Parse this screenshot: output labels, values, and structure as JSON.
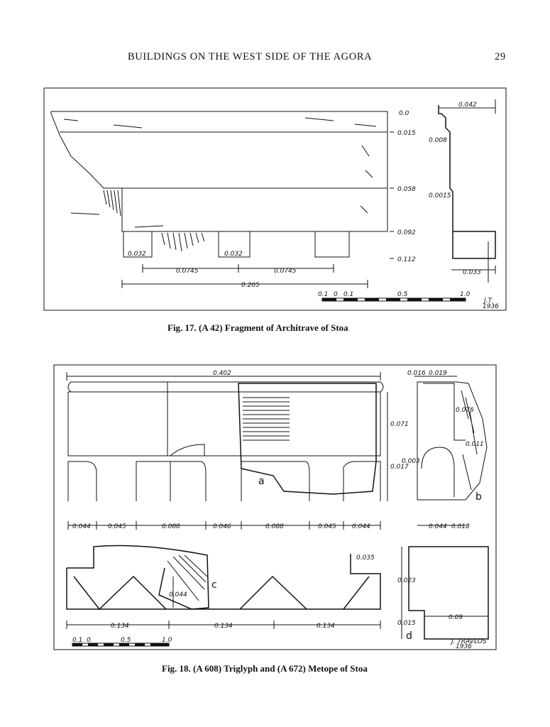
{
  "header": {
    "running_title": "BUILDINGS ON THE WEST SIDE OF THE AGORA",
    "page_number": "29"
  },
  "fig17": {
    "caption": "Fig. 17.  (A 42)  Fragment of Architrave of Stoa",
    "heights": [
      "0.0",
      "0.015",
      "0.058",
      "0.092",
      "0.112"
    ],
    "guttae": [
      "0.032",
      "0.032"
    ],
    "spacings": [
      "0.0745",
      "0.0745"
    ],
    "total_width": "0.205",
    "profile": {
      "top": "0.042",
      "upper": "0.008",
      "middle": "0.0015",
      "bottom": "0.033"
    },
    "scale": [
      "0.1",
      "0",
      "0.1",
      "0.5",
      "1.0"
    ],
    "signature": "J.T.",
    "year": "1936"
  },
  "fig18": {
    "caption": "Fig. 18.  (A 608)  Triglyph and (A 672)  Metope of Stoa",
    "top_width": "0.402",
    "side_heights": [
      "0.071",
      "0.017"
    ],
    "glyph_widths": [
      "0.044",
      "0.045",
      "0.088",
      "0.046",
      "0.088",
      "0.045",
      "0.044"
    ],
    "section_b": {
      "top_a": "0.016",
      "top_b": "0.019",
      "face": "0.076",
      "step": "0.011",
      "inner": "0.003",
      "bottom_a": "0.044",
      "bottom_b": "0.018"
    },
    "plan_c": {
      "corner": "0.035",
      "depth": "0.044",
      "widths": [
        "0.134",
        "0.134",
        "0.134"
      ]
    },
    "metope_d": {
      "height": "0.023",
      "low": "0.015",
      "width": "0.09"
    },
    "labels": [
      "a",
      "b",
      "c",
      "d"
    ],
    "scale": [
      "0.1",
      "0",
      "0.5",
      "1.0"
    ],
    "signature": "J. TRAVLOS",
    "year": "1936"
  }
}
